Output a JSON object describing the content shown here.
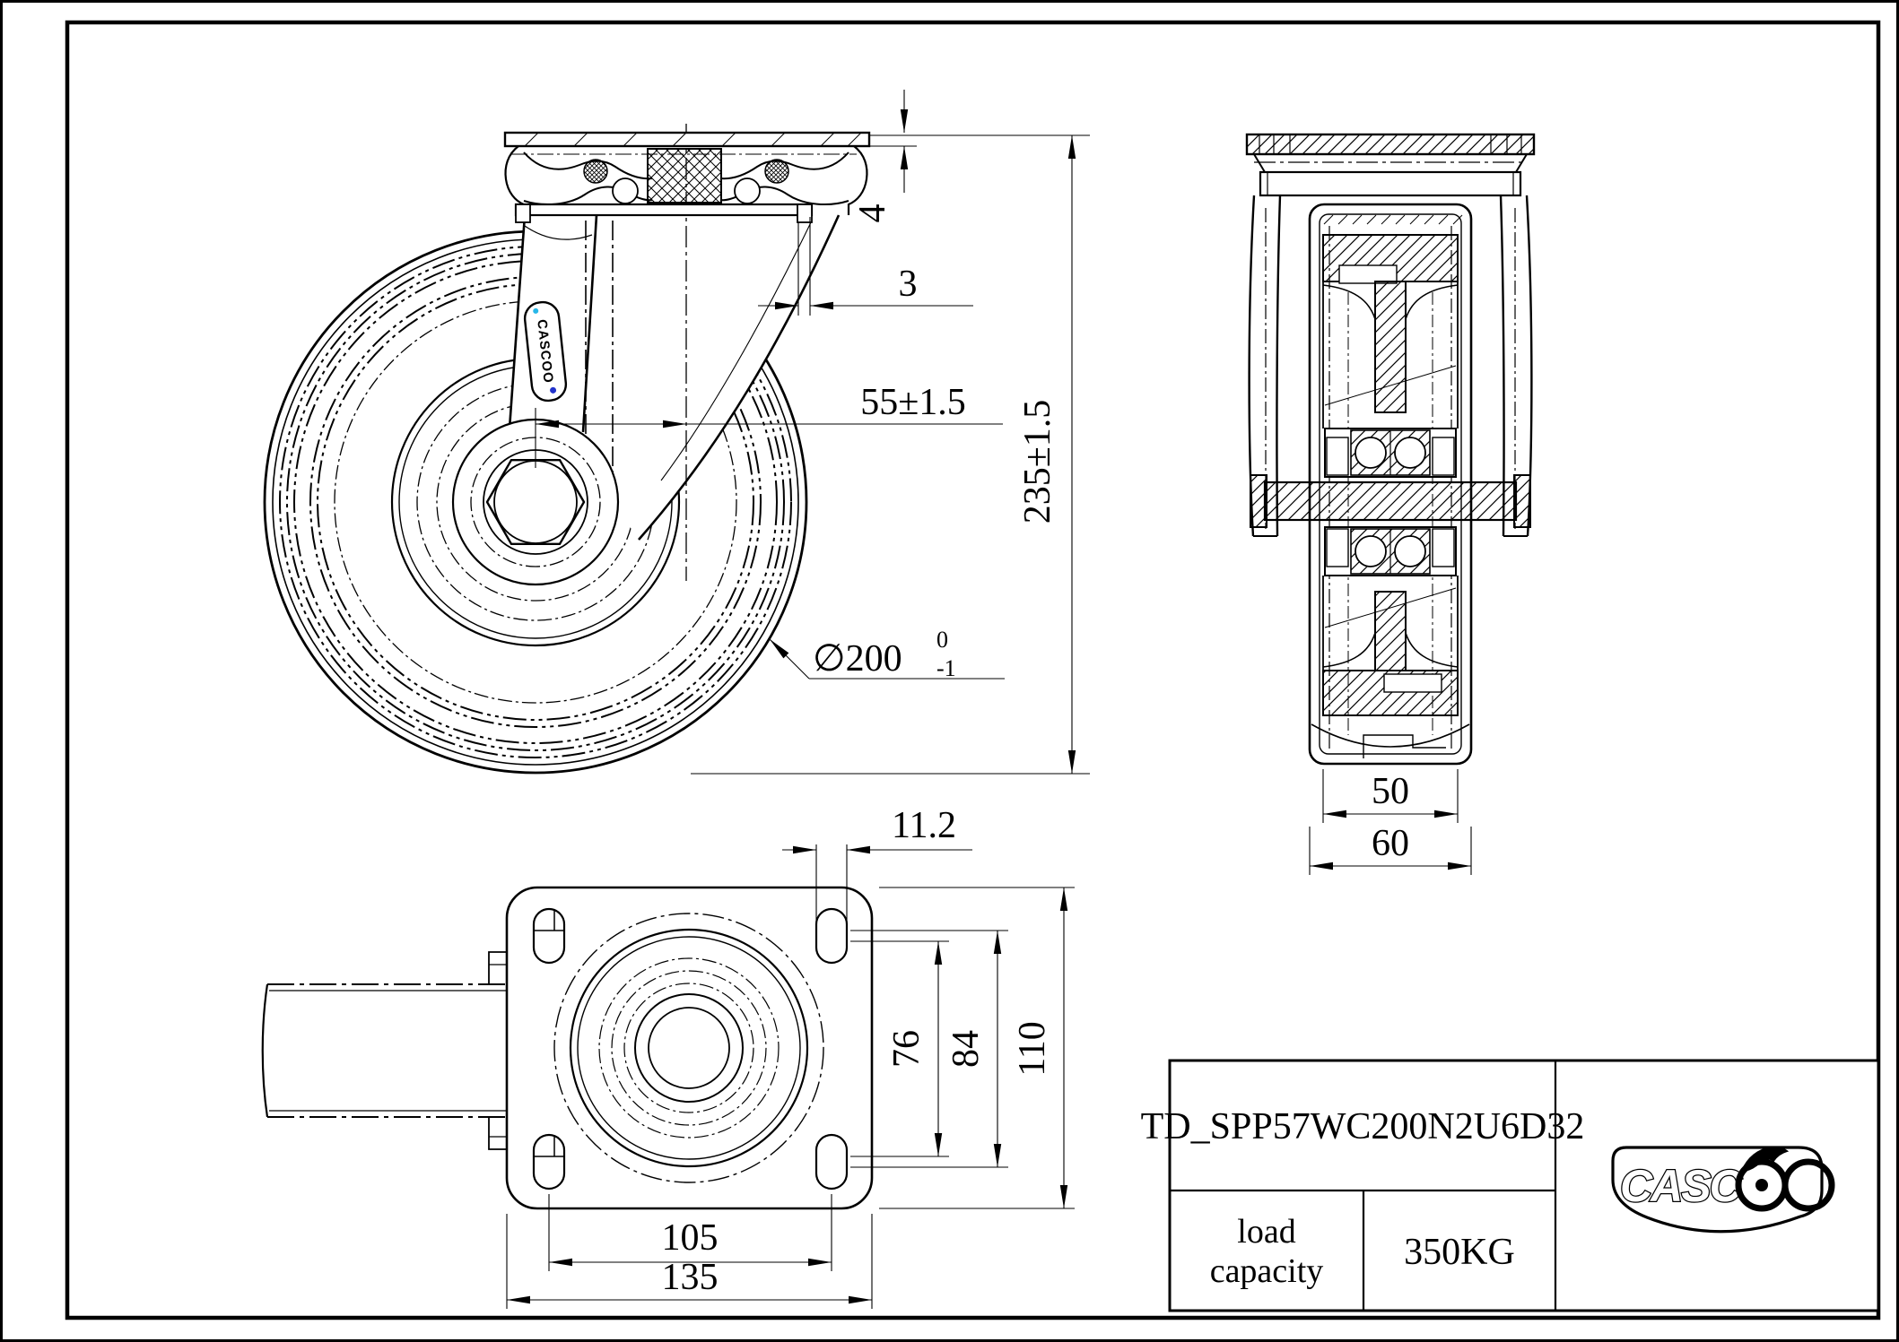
{
  "drawing": {
    "type": "swivel-caster-technical-drawing",
    "colors": {
      "line": "#000000",
      "background": "#ffffff",
      "badge_blue": "#2233cc",
      "badge_cyan": "#27b7e8"
    },
    "dims": {
      "plate_thickness": "4",
      "top_offset": "3",
      "swivel_offset": "55±1.5",
      "overall_height": "235±1.5",
      "wheel_diameter": "∅200",
      "wheel_diameter_tol_top": "0",
      "wheel_diameter_tol_bottom": "-1",
      "tread_width": "50",
      "wheel_width": "60",
      "slot_width": "11.2",
      "bolt_span_inner": "76",
      "bolt_span_outer": "84",
      "plate_depth": "110",
      "bolt_span_x": "105",
      "plate_length": "135"
    },
    "title_block": {
      "part_number": "TD_SPP57WC200N2U6D32",
      "load_label_line1": "load",
      "load_label_line2": "capacity",
      "load_value": "350KG"
    },
    "brand": {
      "name": "CASCOO",
      "badge_text": "CASCOO",
      "logo_prefix": "CASC"
    }
  }
}
